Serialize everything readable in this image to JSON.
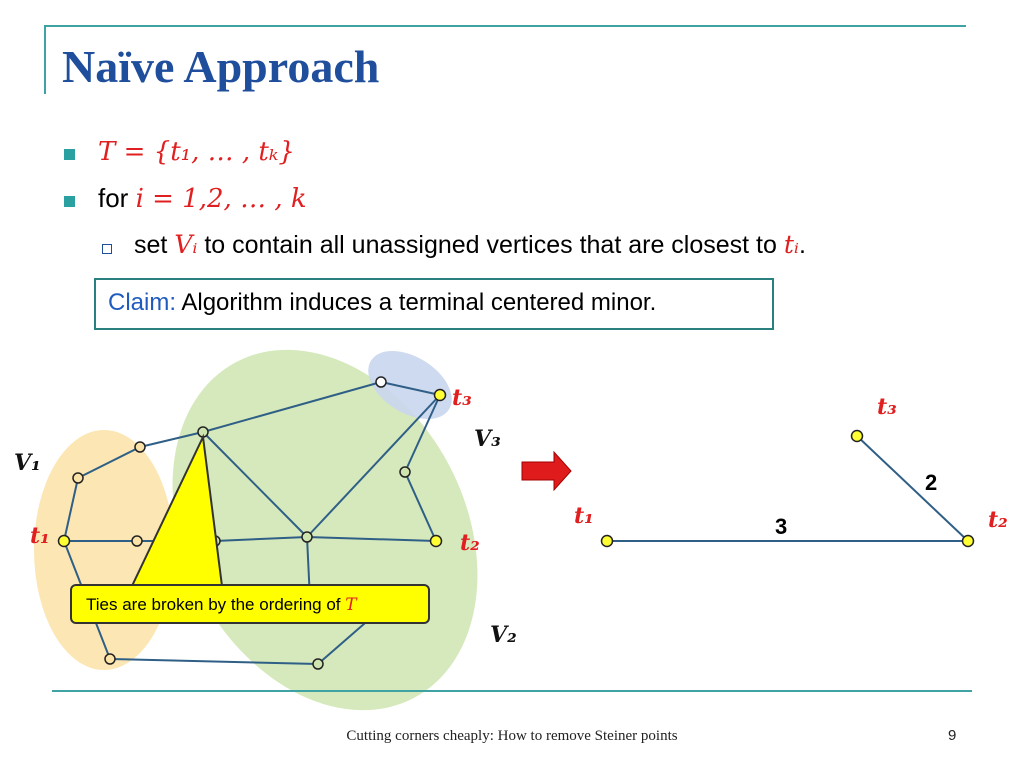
{
  "slide": {
    "title": "Naïve Approach",
    "footer": "Cutting corners cheaply: How to remove Steiner points",
    "page_number": "9"
  },
  "bullets": {
    "b1_math": "T = {t₁, … , tₖ}",
    "b2_prefix": "for",
    "b2_math": "i = 1,2, … , k",
    "sub_prefix": "set",
    "sub_var": "Vᵢ",
    "sub_text": "to contain all unassigned vertices that are closest to",
    "sub_var2": "tᵢ",
    "sub_end": "."
  },
  "claim": {
    "label": "Claim:",
    "text": "Algorithm induces a terminal centered minor."
  },
  "callout": {
    "text": "Ties are broken by the ordering of",
    "var": "T"
  },
  "left_graph": {
    "region_labels": {
      "v1": "V₁",
      "v2": "V₂",
      "v3": "V₃"
    },
    "terminal_labels": {
      "t1": "t₁",
      "t2": "t₂",
      "t3": "t₃"
    }
  },
  "right_graph": {
    "terminal_labels": {
      "t1": "t₁",
      "t2": "t₂",
      "t3": "t₃"
    },
    "edge_weights": {
      "t1_t2": "3",
      "t3_t2": "2"
    }
  },
  "colors": {
    "title": "#1f4e9c",
    "accent": "#2aa0a0",
    "math": "#e02020",
    "region_v1": "#fbe3a7",
    "region_v2": "#cfe5b0",
    "region_v3": "#c9d6ee",
    "edge": "#2f5f86",
    "terminal_fill": "#ffff33",
    "callout_fill": "#ffff00"
  }
}
